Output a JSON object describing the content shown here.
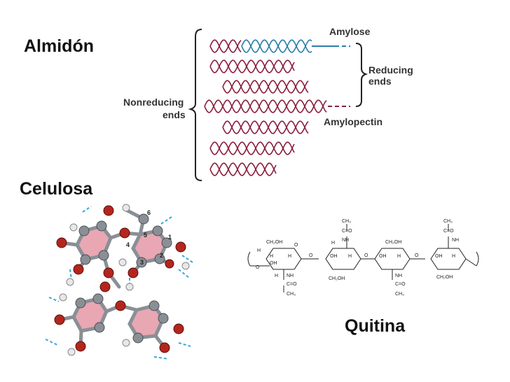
{
  "titles": {
    "starch": "Almidón",
    "cellulose": "Celulosa",
    "chitin": "Quitina"
  },
  "starch_labels": {
    "amylose": "Amylose",
    "reducing_line1": "Reducing",
    "reducing_line2": "ends",
    "nonreducing_line1": "Nonreducing",
    "nonreducing_line2": "ends",
    "amylopectin": "Amylopectin"
  },
  "cellulose_numbers": [
    "6",
    "5",
    "1",
    "4",
    "3",
    "2"
  ],
  "chitin_labels": {
    "ch3": "CH₃",
    "c_o": "C=O",
    "nh": "NH",
    "ch2oh": "CH₂OH",
    "h": "H",
    "oh": "OH",
    "o": "O"
  },
  "colors": {
    "amylopectin": "#8b1e3f",
    "amylose": "#2a7fa8",
    "bracket": "#222222",
    "carbon": "#8a8f96",
    "oxygen": "#b3261e",
    "hydrogen": "#e8e8e8",
    "ring_fill": "#e8a7b3",
    "hbond": "#3aa7d6"
  }
}
